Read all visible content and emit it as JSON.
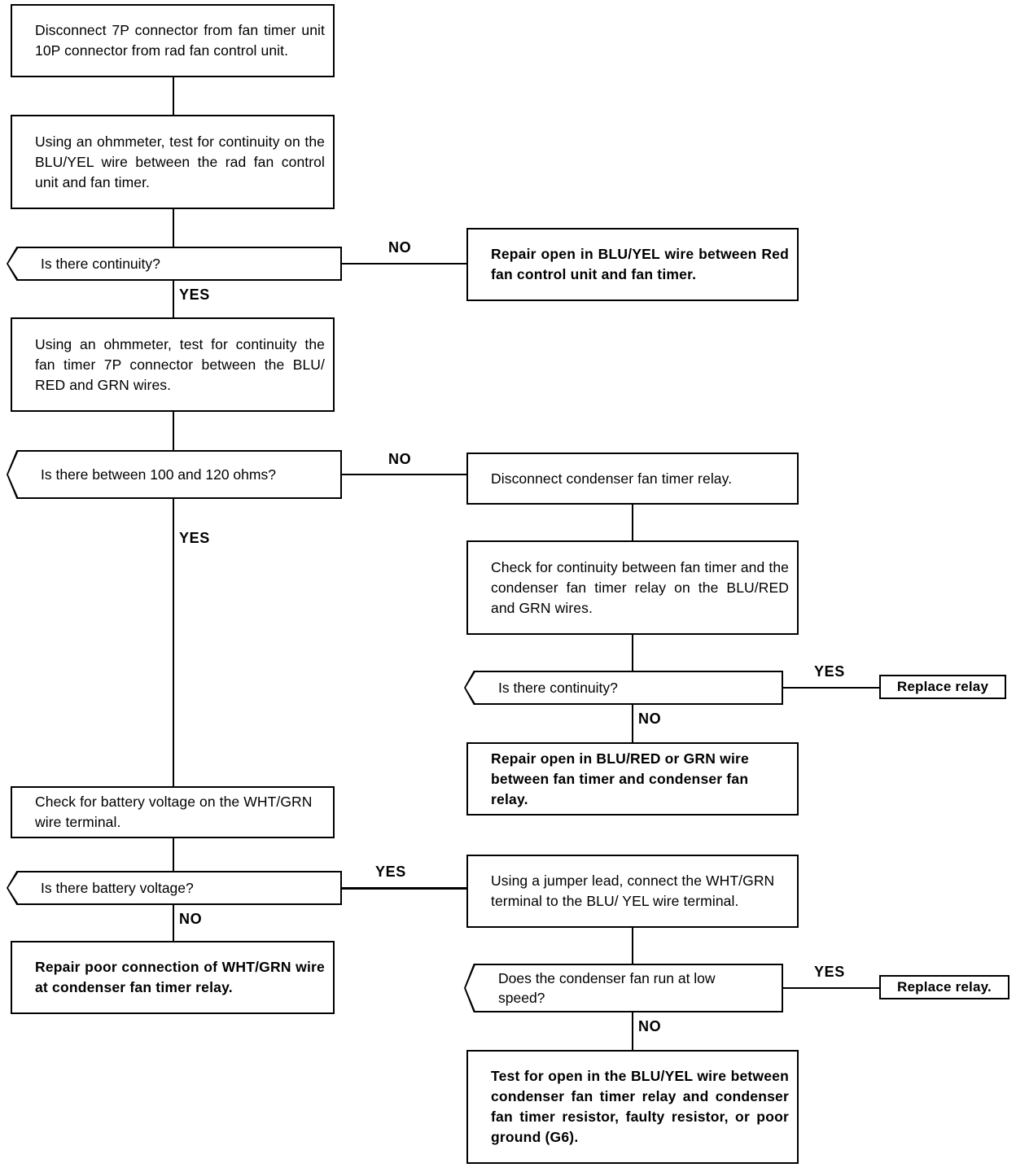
{
  "document": {
    "title": "Condenser Fan / Fan Timer Troubleshooting Flowchart",
    "ink_color": "#000000",
    "paper_color": "#ffffff"
  },
  "nodes": {
    "n1_disconnect_7p": "Disconnect 7P connector from fan timer unit 10P connector from rad fan control unit.",
    "n2_ohmmeter_bluyel": "Using an ohmmeter, test for continuity on the BLU/YEL wire between the rad fan control unit and fan timer.",
    "d1_continuity": "Is there continuity?",
    "n3_repair_bluyel": "Repair open in BLU/YEL wire between Red fan control unit and fan timer.",
    "n4_ohmmeter_7p": "Using an ohmmeter, test for continuity the fan timer 7P connector between the BLU/ RED and GRN wires.",
    "d2_ohms": "Is there between 100 and 120 ohms?",
    "n5_disconnect_relay": "Disconnect condenser fan timer relay.",
    "n6_check_continuity": "Check for continuity between fan timer and the condenser fan timer relay on the BLU/RED and GRN wires.",
    "d3_continuity": "Is there continuity?",
    "n7_replace_relay": "Replace relay",
    "n8_repair_blured_grn": "Repair open in BLU/RED or GRN wire between fan timer and condenser fan relay.",
    "n9_check_battery": "Check for battery voltage on the WHT/GRN wire terminal.",
    "d4_battery": "Is there battery voltage?",
    "n10_repair_whtgrn": "Repair poor connection of WHT/GRN wire at condenser fan timer relay.",
    "n11_jumper_lead": "Using a jumper lead, connect the WHT/GRN terminal to the BLU/ YEL wire terminal.",
    "d5_fan_low_speed": "Does the condenser fan run at low speed?",
    "n12_replace_relay": "Replace relay.",
    "n13_test_open": "Test for open in the BLU/YEL wire between condenser fan timer relay and condenser fan timer resistor, faulty resistor, or poor ground (G6)."
  },
  "edge_labels": {
    "e1_no": "NO",
    "e1_yes": "YES",
    "e2_no": "NO",
    "e2_yes": "YES",
    "e3_yes": "YES",
    "e3_no": "NO",
    "e4_yes": "YES",
    "e4_no": "NO",
    "e5_yes": "YES",
    "e5_no": "NO"
  }
}
